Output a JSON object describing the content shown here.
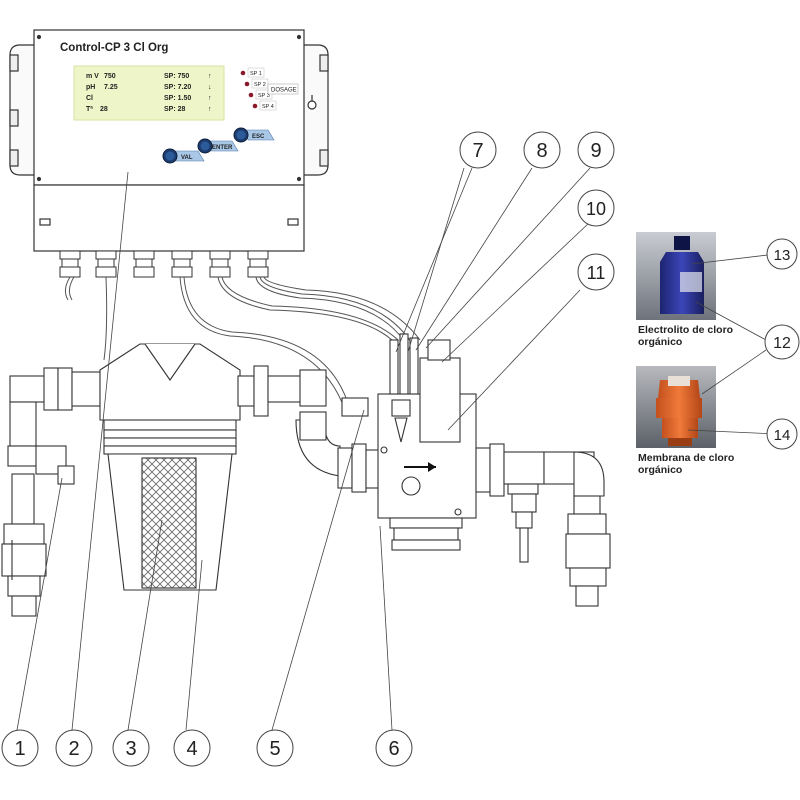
{
  "controller": {
    "title": "Control-CP 3 Cl Org",
    "display_rows": [
      {
        "param": "m V",
        "value": "750",
        "sp": "SP:  750",
        "arrow": "↑"
      },
      {
        "param": "pH",
        "value": "7.25",
        "sp": "SP: 7.20",
        "arrow": "↓"
      },
      {
        "param": "Cl",
        "value": "",
        "sp": "SP: 1.50",
        "arrow": "↑"
      },
      {
        "param": "Tª",
        "value": "28",
        "sp": "SP:   28",
        "arrow": "↑"
      }
    ],
    "setpoint_leds": [
      "SP 1",
      "SP 2",
      "SP 3",
      "SP 4"
    ],
    "dosage_label": "DOSAGE",
    "buttons": {
      "val": "VAL",
      "enter": "ENTER",
      "esc": "ESC"
    }
  },
  "callouts": [
    "1",
    "2",
    "3",
    "4",
    "5",
    "6",
    "7",
    "8",
    "9",
    "10",
    "11",
    "12",
    "13",
    "14"
  ],
  "products": {
    "electrolyte": {
      "line1": "Electrolito de cloro",
      "line2": "orgánico"
    },
    "membrane": {
      "line1": "Membrana de cloro",
      "line2": "orgánico"
    }
  }
}
